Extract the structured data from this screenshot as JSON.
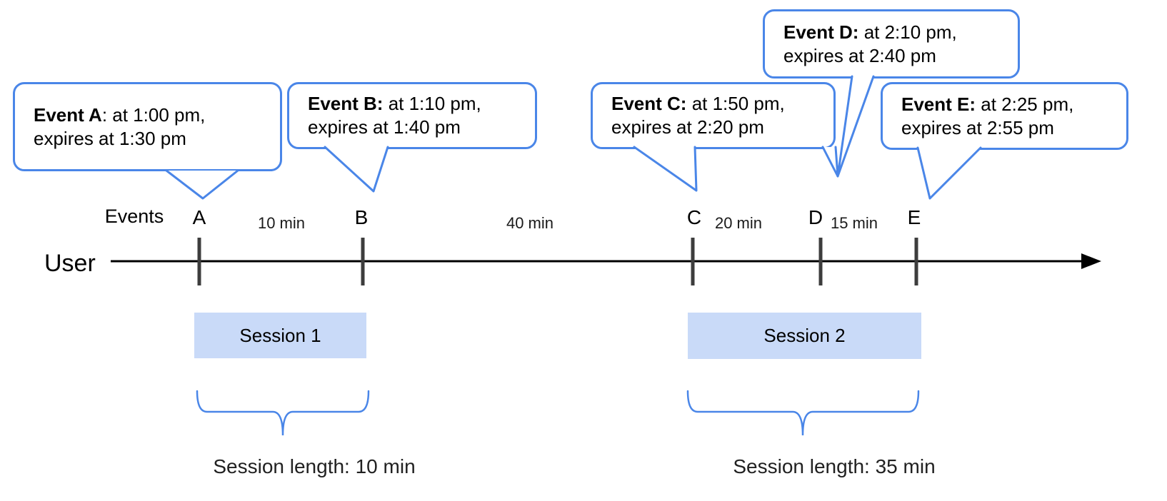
{
  "labels": {
    "events": "Events",
    "user": "User"
  },
  "bubbles": [
    {
      "event": "A",
      "bold": "Event A",
      "rest": ": at 1:00 pm,",
      "line2": "expires at 1:30 pm"
    },
    {
      "event": "B",
      "bold": "Event B:",
      "rest": " at 1:10 pm,",
      "line2": "expires at 1:40 pm"
    },
    {
      "event": "C",
      "bold": "Event C:",
      "rest": " at 1:50 pm,",
      "line2": "expires at 2:20 pm"
    },
    {
      "event": "D",
      "bold": "Event D:",
      "rest": " at 2:10 pm,",
      "line2": "expires at 2:40 pm"
    },
    {
      "event": "E",
      "bold": "Event E:",
      "rest": " at 2:25 pm,",
      "line2": "expires at 2:55 pm"
    }
  ],
  "timeline": {
    "ticks": [
      "A",
      "B",
      "C",
      "D",
      "E"
    ],
    "intervals": [
      "10 min",
      "40 min",
      "20 min",
      "15 min"
    ]
  },
  "sessions": [
    {
      "name": "Session 1",
      "length": "Session length: 10 min"
    },
    {
      "name": "Session 2",
      "length": "Session length: 35 min"
    }
  ],
  "colors": {
    "bubble_border": "#4a86e8",
    "session_fill": "#c9daf8",
    "brace": "#4a86e8",
    "tick": "#3d3d3d",
    "axis": "#000000"
  }
}
